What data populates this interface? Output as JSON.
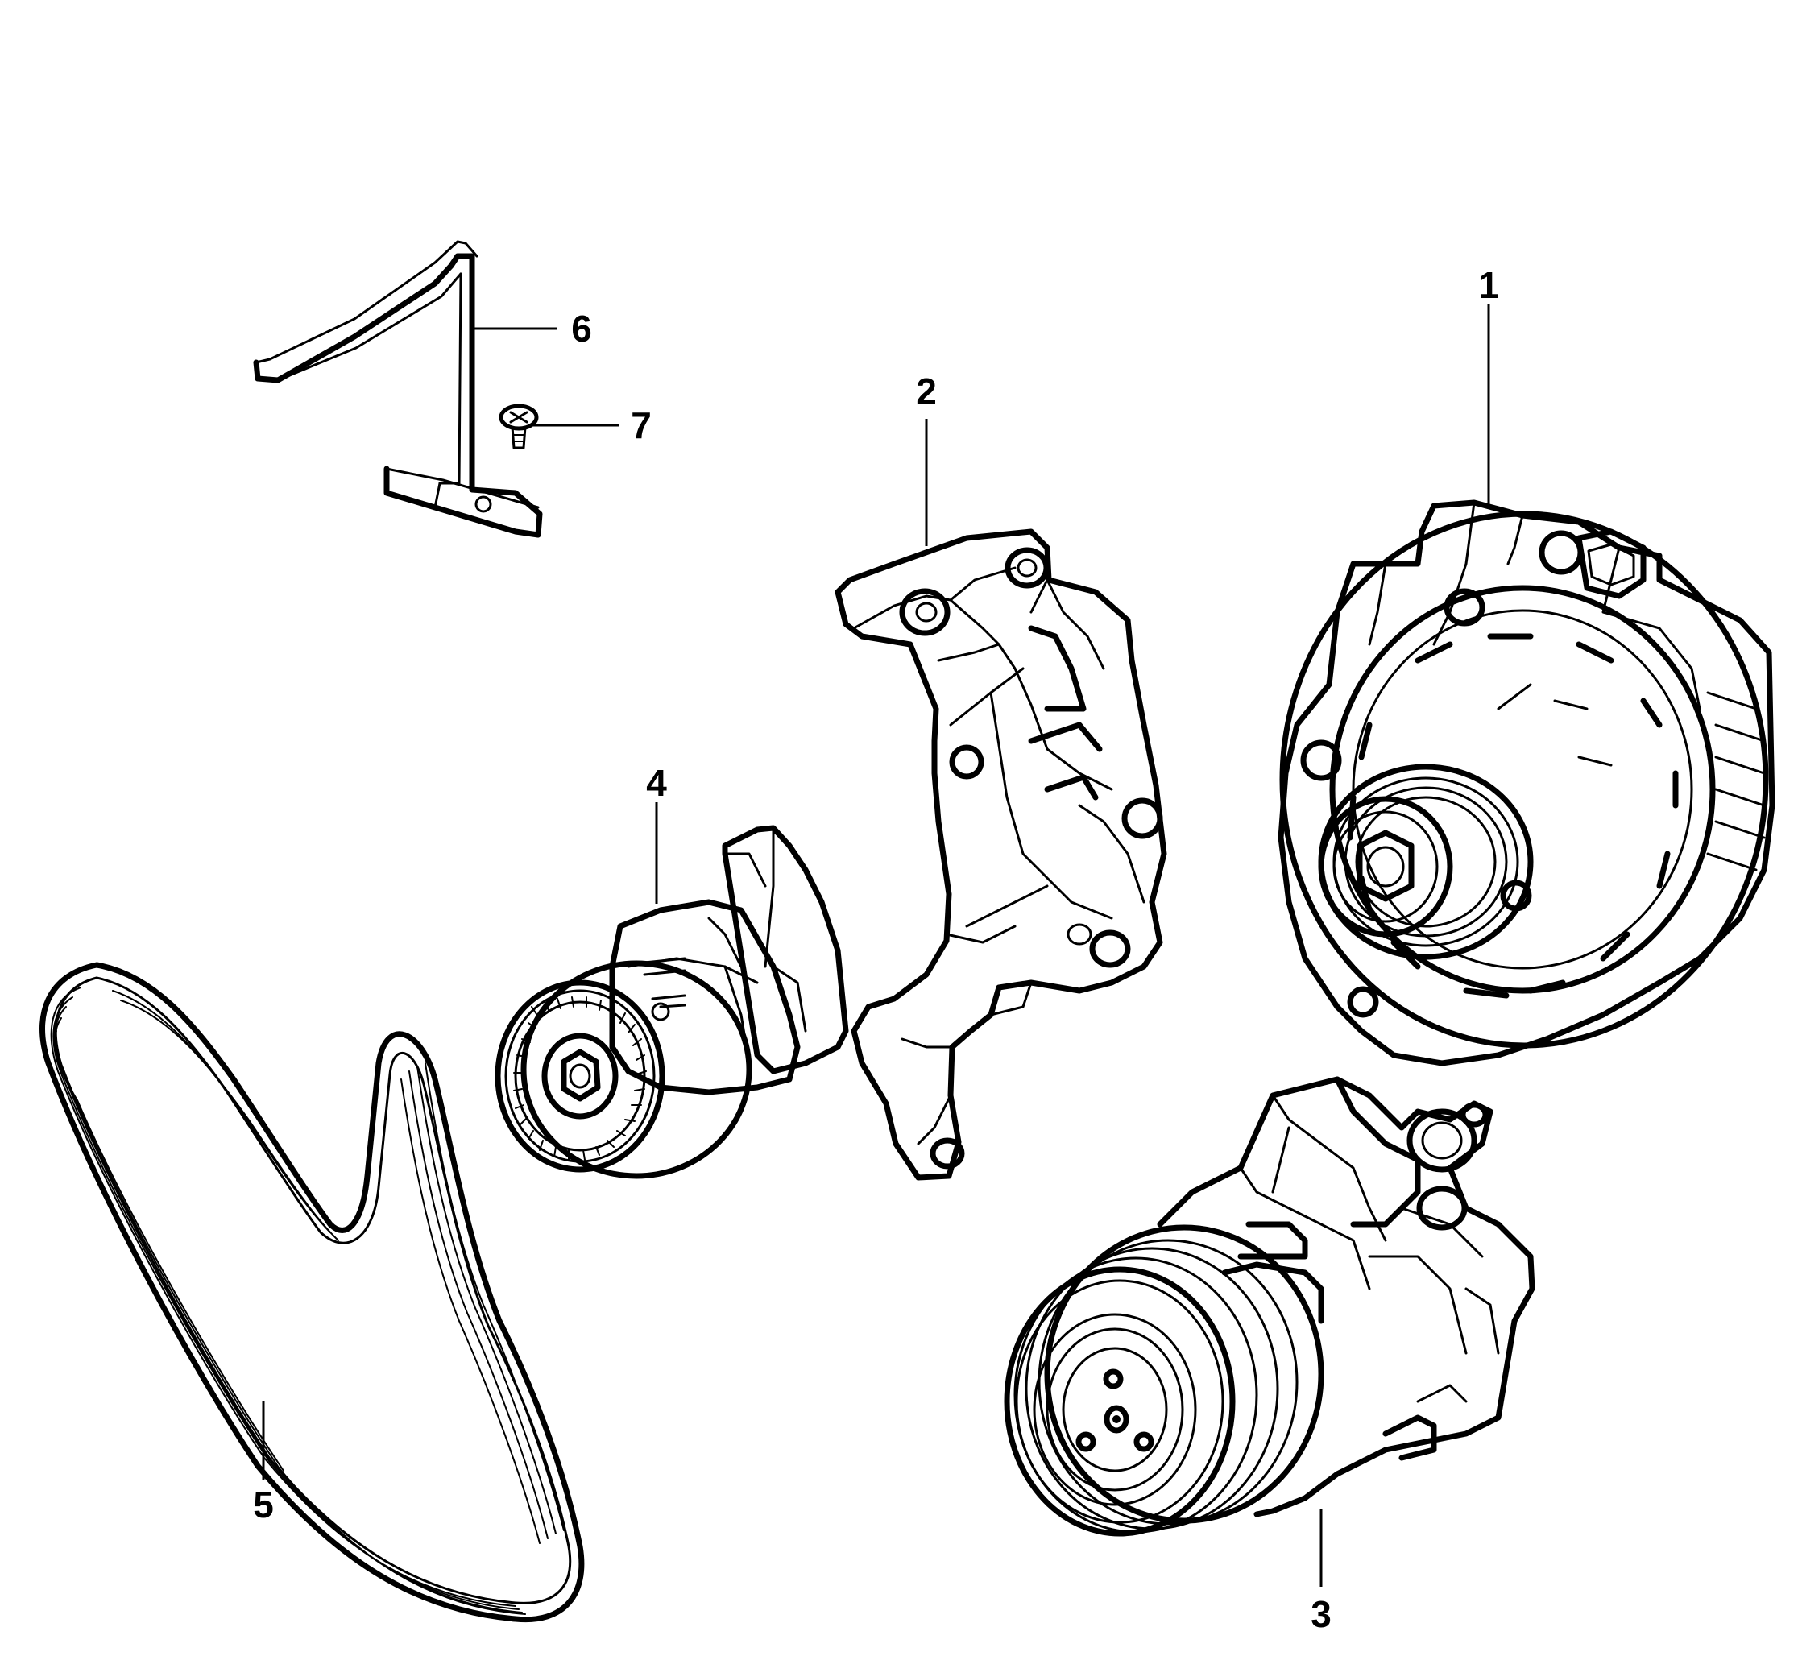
{
  "callouts": [
    {
      "id": "1",
      "label": "1",
      "part": "alternator"
    },
    {
      "id": "2",
      "label": "2",
      "part": "mounting-bracket"
    },
    {
      "id": "3",
      "label": "3",
      "part": "ac-compressor"
    },
    {
      "id": "4",
      "label": "4",
      "part": "belt-tensioner"
    },
    {
      "id": "5",
      "label": "5",
      "part": "drive-belt"
    },
    {
      "id": "6",
      "label": "6",
      "part": "belt-guide-bracket"
    },
    {
      "id": "7",
      "label": "7",
      "part": "bolt"
    }
  ]
}
